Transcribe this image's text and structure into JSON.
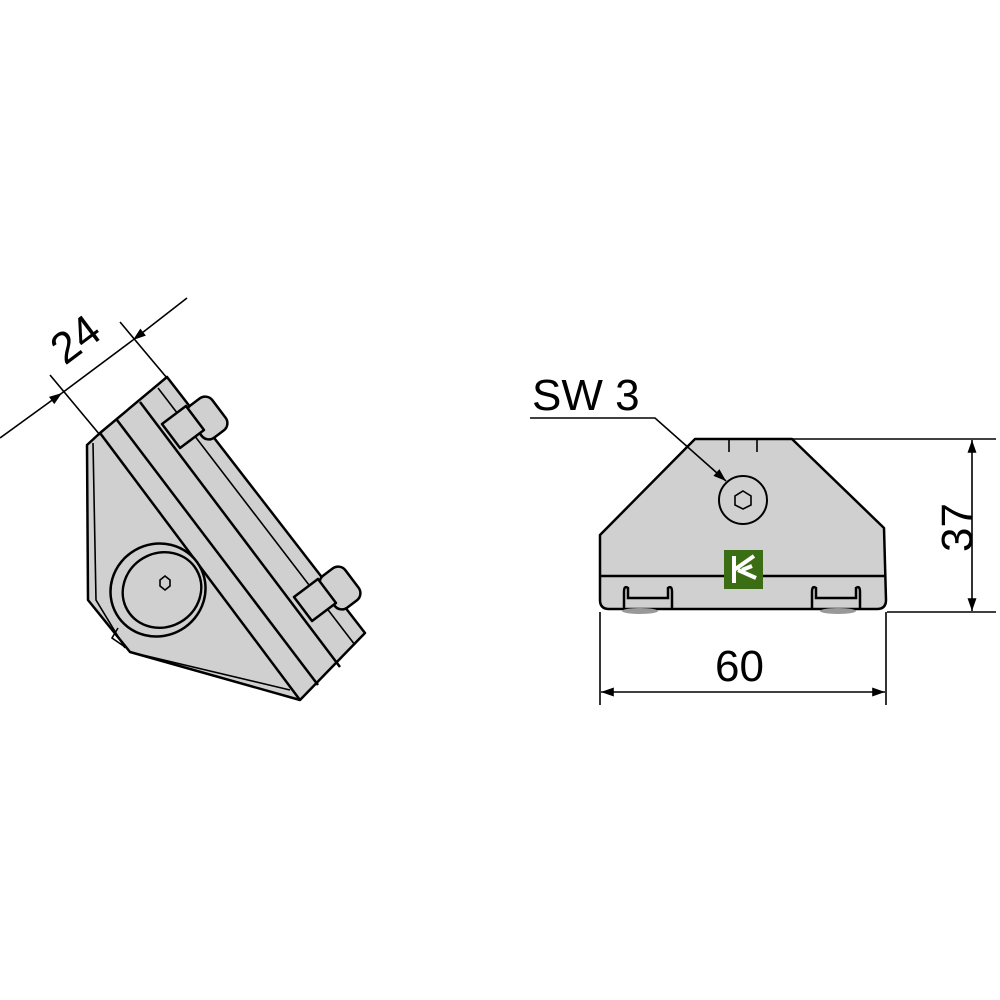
{
  "drawing": {
    "left_view": {
      "dimension_width": "24"
    },
    "right_view": {
      "dimension_height": "37",
      "dimension_width": "60",
      "callout_wrench_size": "SW 3",
      "logo": {
        "letter": "K",
        "color": "#3b6e14"
      }
    }
  }
}
